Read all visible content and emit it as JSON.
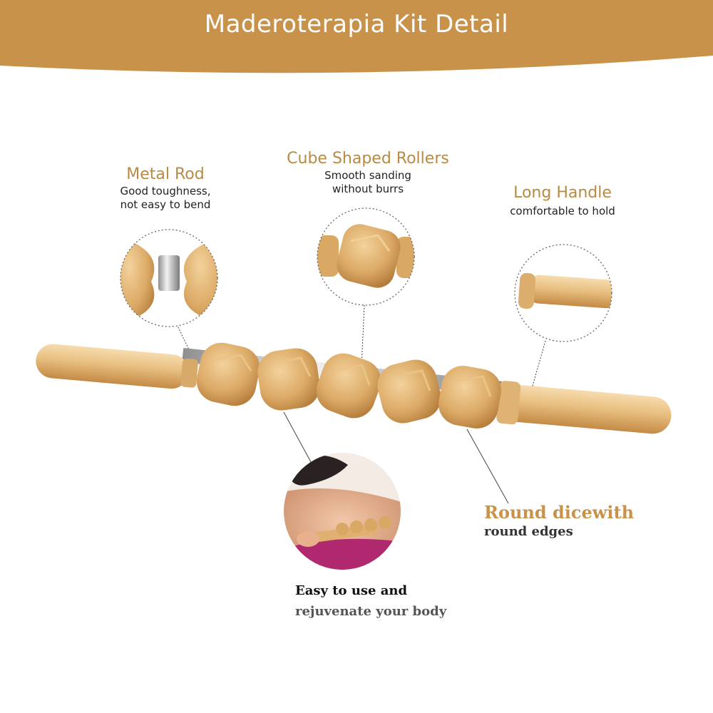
{
  "header": {
    "title": "Maderoterapia Kit Detail",
    "band_color": "#c9924a"
  },
  "callouts": {
    "metal_rod": {
      "title": "Metal Rod",
      "line1": "Good toughness,",
      "line2": "not easy to bend"
    },
    "cube_rollers": {
      "title": "Cube Shaped Rollers",
      "line1": "Smooth sanding",
      "line2": "without burrs"
    },
    "long_handle": {
      "title": "Long Handle",
      "line1": "comfortable to hold"
    },
    "round_dice": {
      "title": "Round dicewith",
      "line1": "round edges"
    },
    "easy_use": {
      "line1": "Easy to use and",
      "line2": "rejuvenate your body"
    }
  },
  "colors": {
    "wood_light": "#f0cf9a",
    "wood_mid": "#d9a864",
    "wood_dark": "#b9813f",
    "accent_text": "#b88a43",
    "towel": "#b0286e"
  },
  "icons": {
    "product": "wooden-massage-roller-icon",
    "metal_rod_zoom": "metal-rod-zoom-icon",
    "cube_zoom": "cube-roller-zoom-icon",
    "handle_zoom": "handle-zoom-icon",
    "usage_photo": "massage-usage-photo-icon"
  }
}
